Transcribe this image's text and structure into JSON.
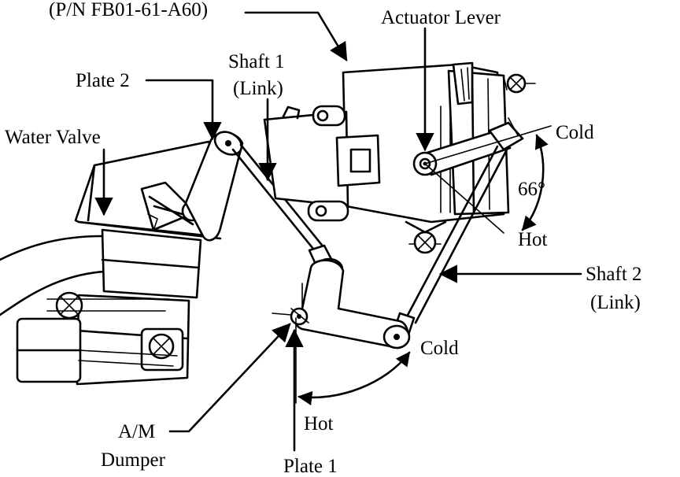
{
  "labels": {
    "part_number": "(P/N FB01-61-A60)",
    "actuator_lever": "Actuator Lever",
    "shaft1_line1": "Shaft 1",
    "shaft1_line2": "(Link)",
    "plate2": "Plate 2",
    "water_valve": "Water Valve",
    "cold_top": "Cold",
    "angle": "66°",
    "hot_top": "Hot",
    "shaft2_line1": "Shaft 2",
    "shaft2_line2": "(Link)",
    "cold_bottom": "Cold",
    "hot_bottom": "Hot",
    "am_line1": "A/M",
    "am_line2": "Dumper",
    "plate1": "Plate 1"
  }
}
